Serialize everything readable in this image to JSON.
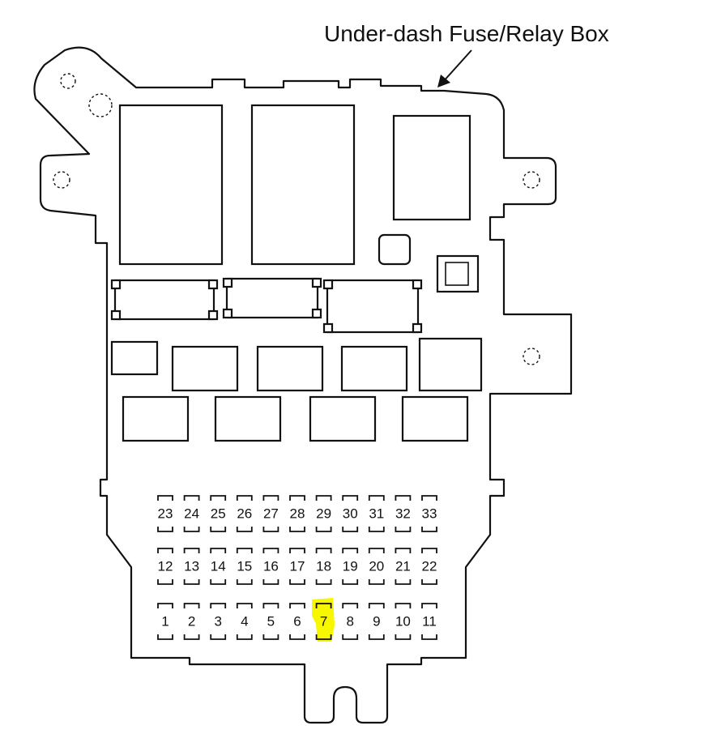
{
  "diagram": {
    "title": "Under-dash Fuse/Relay Box",
    "highlight_color": "#f7f700",
    "highlighted_fuse": "7",
    "fuse_rows": [
      [
        "23",
        "24",
        "25",
        "26",
        "27",
        "28",
        "29",
        "30",
        "31",
        "32",
        "33"
      ],
      [
        "12",
        "13",
        "14",
        "15",
        "16",
        "17",
        "18",
        "19",
        "20",
        "21",
        "22"
      ],
      [
        "1",
        "2",
        "3",
        "4",
        "5",
        "6",
        "7",
        "8",
        "9",
        "10",
        "11"
      ]
    ]
  }
}
